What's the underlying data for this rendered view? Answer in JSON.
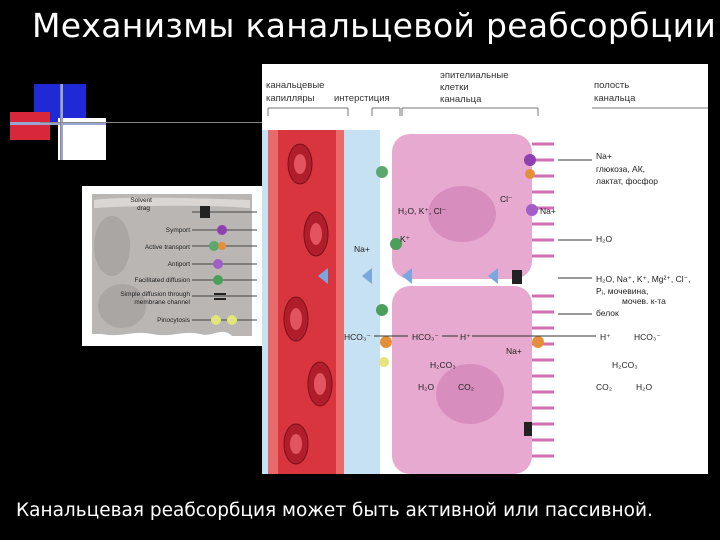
{
  "title": "Механизмы канальцевой реабсорбции",
  "caption": "Канальцевая реабсорбция может быть активной или пассивной.",
  "inset_labels": {
    "solvent_drag_1": "Solvent",
    "solvent_drag_2": "drag",
    "symport": "Symport",
    "active_transport": "Active transport",
    "antiport": "Antiport",
    "facilitated_diffusion": "Facilitated diffusion",
    "simple_diffusion_1": "Simple diffusion through",
    "simple_diffusion_2": "membrane channel",
    "pinocytosis": "Pinocytosis"
  },
  "header_labels": {
    "capillaries_1": "канальцевые",
    "capillaries_2": "капилляры",
    "interstitium": "интерстиция",
    "epithelial_1": "эпителиальные",
    "epithelial_2": "клетки",
    "epithelial_3": "канальца",
    "lumen_1": "полость",
    "lumen_2": "канальца"
  },
  "diagram_labels": {
    "na_plus": "Na+",
    "glucose_1": "глюкоза, АК,",
    "glucose_2": "лактат, фосфор",
    "cl_minus": "Cl⁻",
    "na_plus_2": "Na+",
    "h2o_k_cl": "H₂O, K⁺, Cl⁻",
    "k_plus": "K⁺",
    "na_plus_3": "Na+",
    "h2o_right": "H₂O",
    "ions_1": "H₂O, Na⁺, K⁺, Mg²⁺, Cl⁻,",
    "ions_2": "Pᵢ, мочевина,",
    "ions_3": "мочев. к-та",
    "protein": "белок",
    "hco3_left": "HCO₃⁻",
    "hco3_mid": "HCO₃⁻",
    "h_plus_mid": "H⁺",
    "h2co3_mid": "H₂CO₃",
    "h2o_mid": "H₂O",
    "co2_mid": "CO₂",
    "na_plus_4": "Na+",
    "h_plus_right": "H⁺",
    "hco3_right": "HCO₃⁻",
    "h2co3_right": "H₂CO₃",
    "co2_right": "CO₂",
    "h2o_right_2": "H₂O"
  },
  "colors": {
    "background": "#000000",
    "cell_pink": "#e7a9cf",
    "interstitium_blue": "#c6e1f2",
    "capillary_red": "#d9353f",
    "deco_blue": "#1f2ad6",
    "deco_red": "#d8263b"
  }
}
